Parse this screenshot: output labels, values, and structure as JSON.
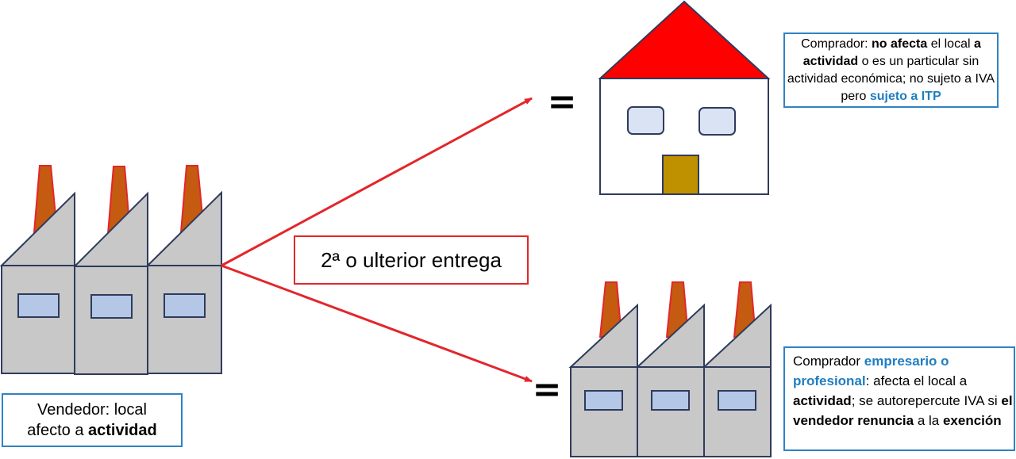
{
  "colors": {
    "arrow": "#e3262b",
    "roof": "#ff0000",
    "chimney": "#c55a11",
    "factory_wall": "#c8c8c8",
    "window": "#b4c7e7",
    "house_door": "#bf9000",
    "house_window": "#dae3f3",
    "outline": "#2f3b5c",
    "blue_text": "#1f7ec1"
  },
  "icons": {
    "seller": "factory-icon",
    "buyer_individual": "house-icon",
    "buyer_business": "factory-icon"
  },
  "seller": {
    "text_1": "Vendedor: local",
    "text_2": "afecto a ",
    "text_bold": "actividad"
  },
  "transfer": {
    "label": "2ª o ulterior entrega"
  },
  "equals_sign": "=",
  "buyer_individual": {
    "p1": "Comprador: ",
    "b1": "no afecta",
    "p2": " el local ",
    "b2": "a",
    "b3": "actividad",
    "p3": " o es un particular sin actividad económica; no sujeto a IVA pero ",
    "blue1": "sujeto a ITP"
  },
  "buyer_business": {
    "p1": "Comprador ",
    "blue1": "empresario o profesional",
    "p2": ": afecta el local a ",
    "b1": "actividad",
    "p3": "; se autorepercute IVA si ",
    "b2": "el vendedor renuncia",
    "p4": " a la ",
    "b3": "exención"
  }
}
